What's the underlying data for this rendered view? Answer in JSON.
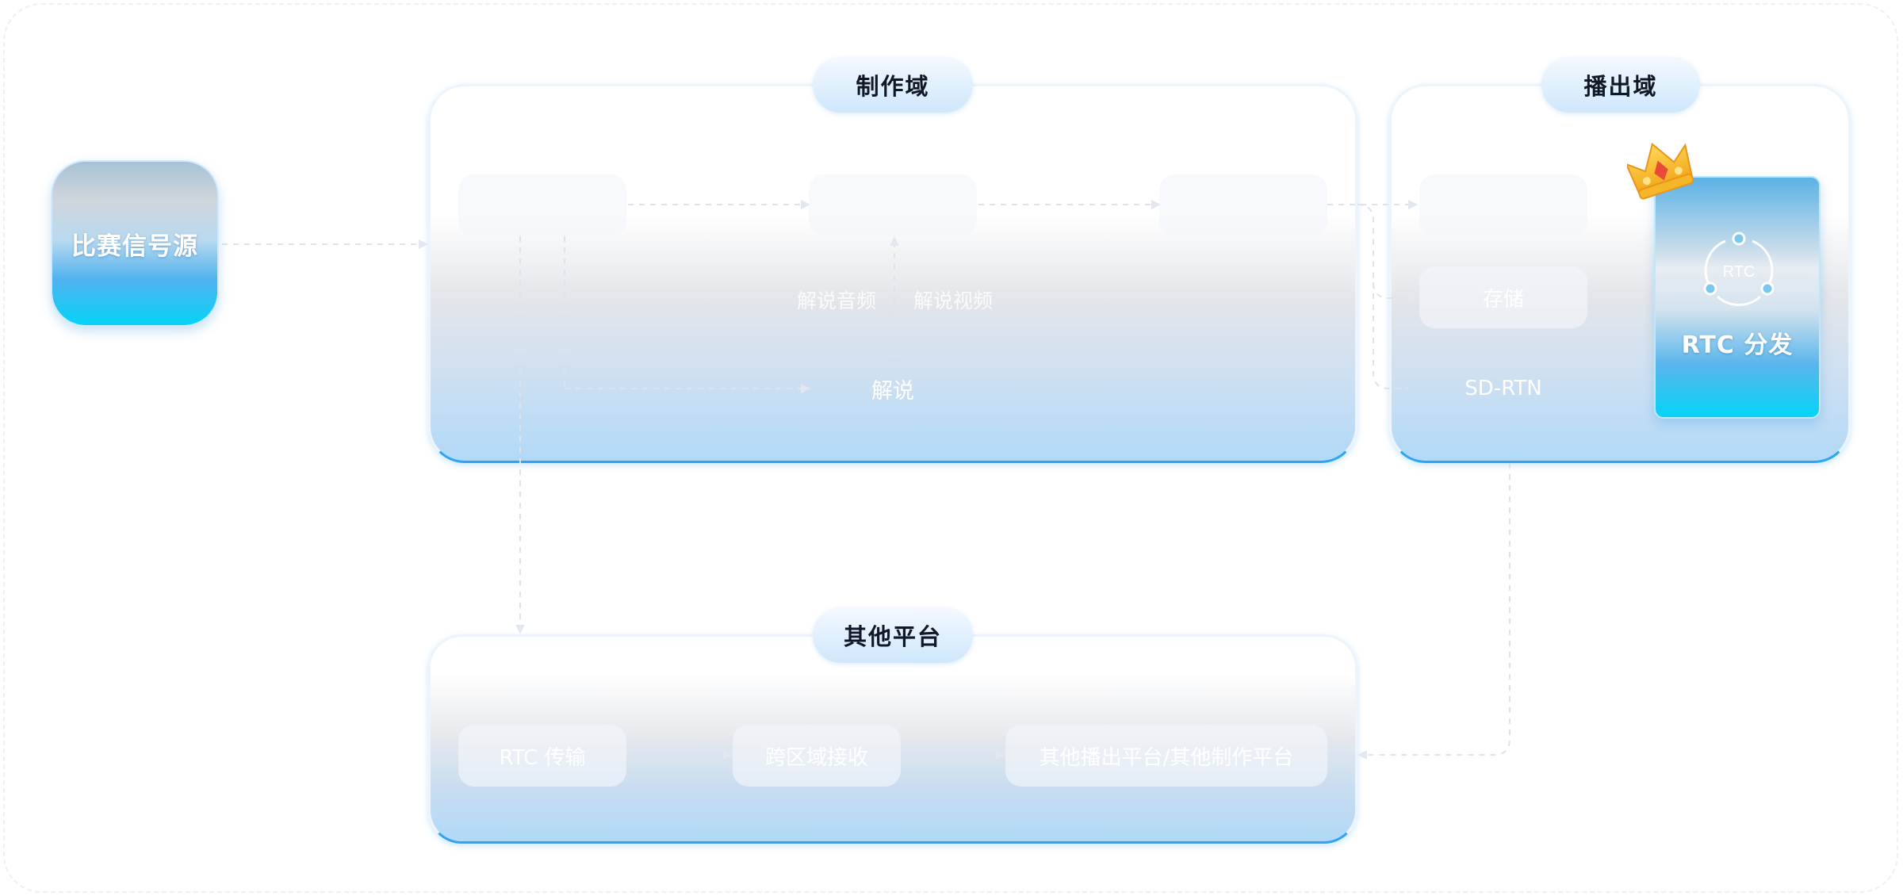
{
  "source": {
    "label": "比赛信号源"
  },
  "production_domain": {
    "title": "制作域",
    "labels": {
      "commentary_audio": "解说音频",
      "commentary_video": "解说视频",
      "commentary": "解说"
    }
  },
  "playout_domain": {
    "title": "播出域",
    "nodes": {
      "storage": "存储",
      "sdrtn": "SD-RTN"
    },
    "rtc_card": {
      "icon_text": "RTC",
      "title": "RTC 分发"
    }
  },
  "other_platforms": {
    "title": "其他平台",
    "nodes": {
      "rtc_transport": "RTC 传输",
      "cross_region": "跨区域接收",
      "other_platform": "其他播出平台/其他制作平台"
    }
  },
  "icons": [
    "crown-icon",
    "rtc-network-icon"
  ],
  "colors": {
    "accent": "#2ea4f5",
    "cyan": "#05d4f7",
    "pill_text": "#101828"
  }
}
